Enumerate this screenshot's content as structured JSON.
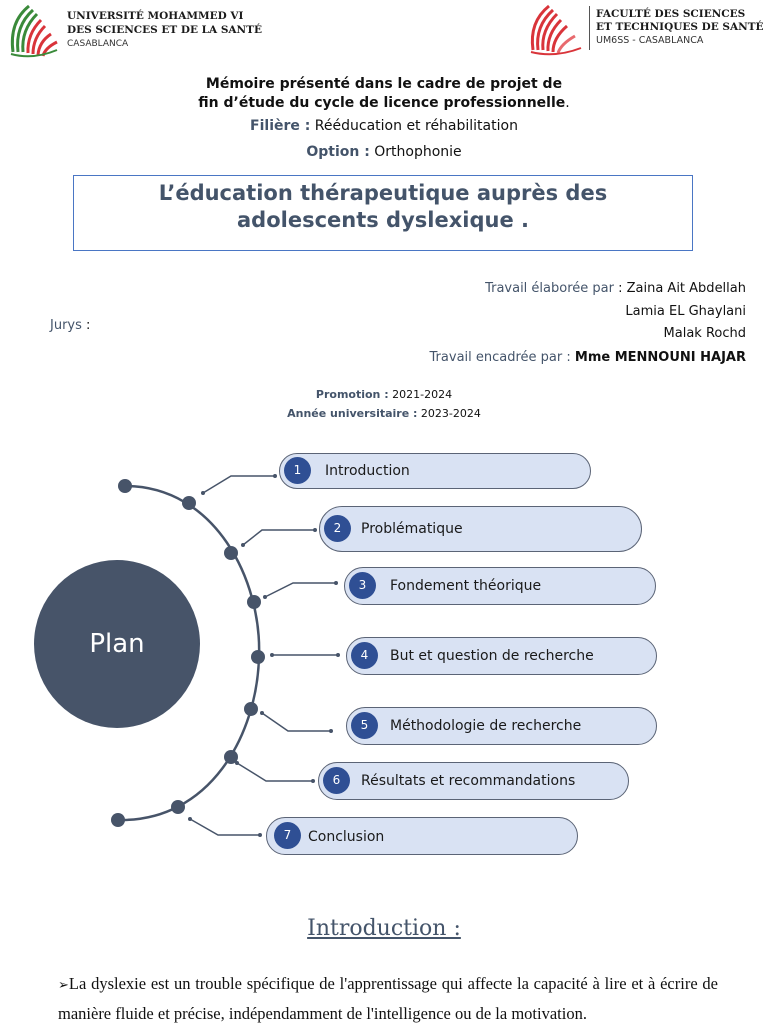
{
  "header": {
    "university": {
      "line1": "UNIVERSITÉ MOHAMMED VI",
      "line2": "DES SCIENCES ET DE LA SANTÉ",
      "city": "CASABLANCA",
      "logo_icon": "umss-leaf-logo-icon"
    },
    "faculty": {
      "line1": "FACULTÉ  DES SCIENCES",
      "line2": "ET TECHNIQUES DE SANTÉ",
      "city": "UM6SS - CASABLANCA",
      "logo_icon": "fsts-leaf-logo-icon"
    }
  },
  "cover": {
    "memoire_line1": "Mémoire présenté dans le cadre de projet de",
    "memoire_line2": "fin d’étude du cycle de licence professionnelle",
    "memoire_end": ".",
    "filiere_label": "Filière :",
    "filiere_value": " Rééducation et réhabilitation",
    "option_label": "Option :",
    "option_value": " Orthophonie",
    "title_line1": "L’éducation thérapeutique auprès des",
    "title_line2": "adolescents dyslexique ."
  },
  "authors": {
    "label": "Travail élaborée par",
    "sep": " : ",
    "names": [
      "Zaina Ait Abdellah",
      "Lamia EL Ghaylani ",
      "Malak Rochd "
    ],
    "supervisor_label": "Travail encadrée par : ",
    "supervisor": "Mme MENNOUNI HAJAR",
    "jurys_label": "Jurys",
    "jurys_sep": " :"
  },
  "promotion": {
    "promo_label": "Promotion :",
    "promo_value": " 2021-2024",
    "year_label": "Année universitaire :",
    "year_value": " 2023-2024"
  },
  "plan": {
    "center_label": "Plan",
    "items": [
      {
        "num": "1",
        "label": "Introduction"
      },
      {
        "num": "2",
        "label": "Problématique"
      },
      {
        "num": "3",
        "label": "Fondement théorique"
      },
      {
        "num": "4",
        "label": "But et question de recherche"
      },
      {
        "num": "5",
        "label": " Méthodologie de recherche"
      },
      {
        "num": "6",
        "label": "Résultats et recommandations"
      },
      {
        "num": "7",
        "label": "Conclusion"
      }
    ]
  },
  "introduction": {
    "heading": "Introduction :",
    "bullet_symbol": "➢",
    "paragraph": "La dyslexie est un trouble spécifique de l'apprentissage qui affecte la capacité à lire et à écrire de manière fluide et précise, indépendamment de l'intelligence ou de la motivation."
  },
  "colors": {
    "accent_slate": "#44546a",
    "plan_circle": "#475469",
    "pill_fill": "#d9e2f3",
    "pill_number": "#2f4f94",
    "title_border": "#4a76c4",
    "logo_green": "#3a8a3a",
    "logo_red": "#d9343a"
  }
}
